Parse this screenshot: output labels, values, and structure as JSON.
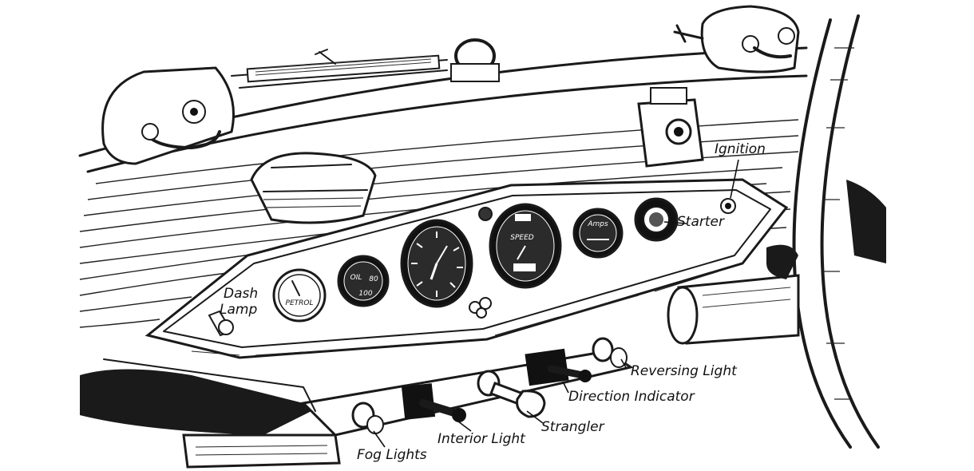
{
  "labels": {
    "ignition": "Ignition",
    "starter": "Starter",
    "dash_lamp_line1": "Dash",
    "dash_lamp_line2": "Lamp",
    "reversing_light": "Reversing Light",
    "direction_indicator": "Direction Indicator",
    "strangler": "Strangler",
    "interior_light": "Interior Light",
    "fog_lights": "Fog Lights"
  },
  "gauges": {
    "petrol": "PETROL",
    "oil": "OIL",
    "oil_value_1": "80",
    "oil_value_2": "100",
    "amps": "Amps",
    "speed": "SPEED"
  }
}
